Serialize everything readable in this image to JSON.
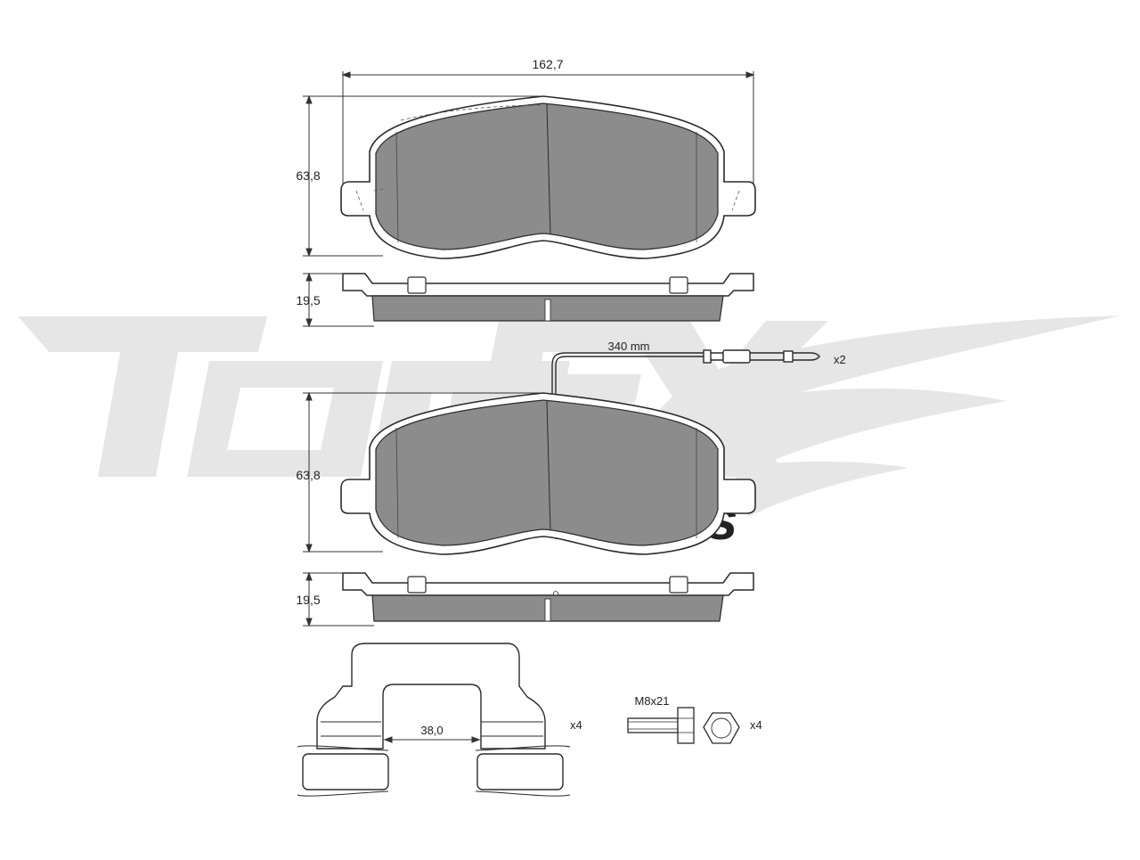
{
  "watermark": {
    "logo_text": "TOMEX",
    "sub_text": "brakes",
    "color": "#e6e6e6"
  },
  "colors": {
    "pad_fill": "#8c8c8c",
    "outline": "#2a2a2a",
    "background": "#ffffff"
  },
  "pad_top": {
    "width_label": "162,7",
    "height_label": "63,8",
    "thickness_label": "19,5"
  },
  "pad_bottom": {
    "height_label": "63,8",
    "thickness_label": "19,5",
    "wire_length_label": "340 mm",
    "wire_qty_label": "x2"
  },
  "clip": {
    "width_label": "38,0",
    "qty_label": "x4"
  },
  "bolt": {
    "spec_label": "M8x21",
    "qty_label": "x4"
  }
}
